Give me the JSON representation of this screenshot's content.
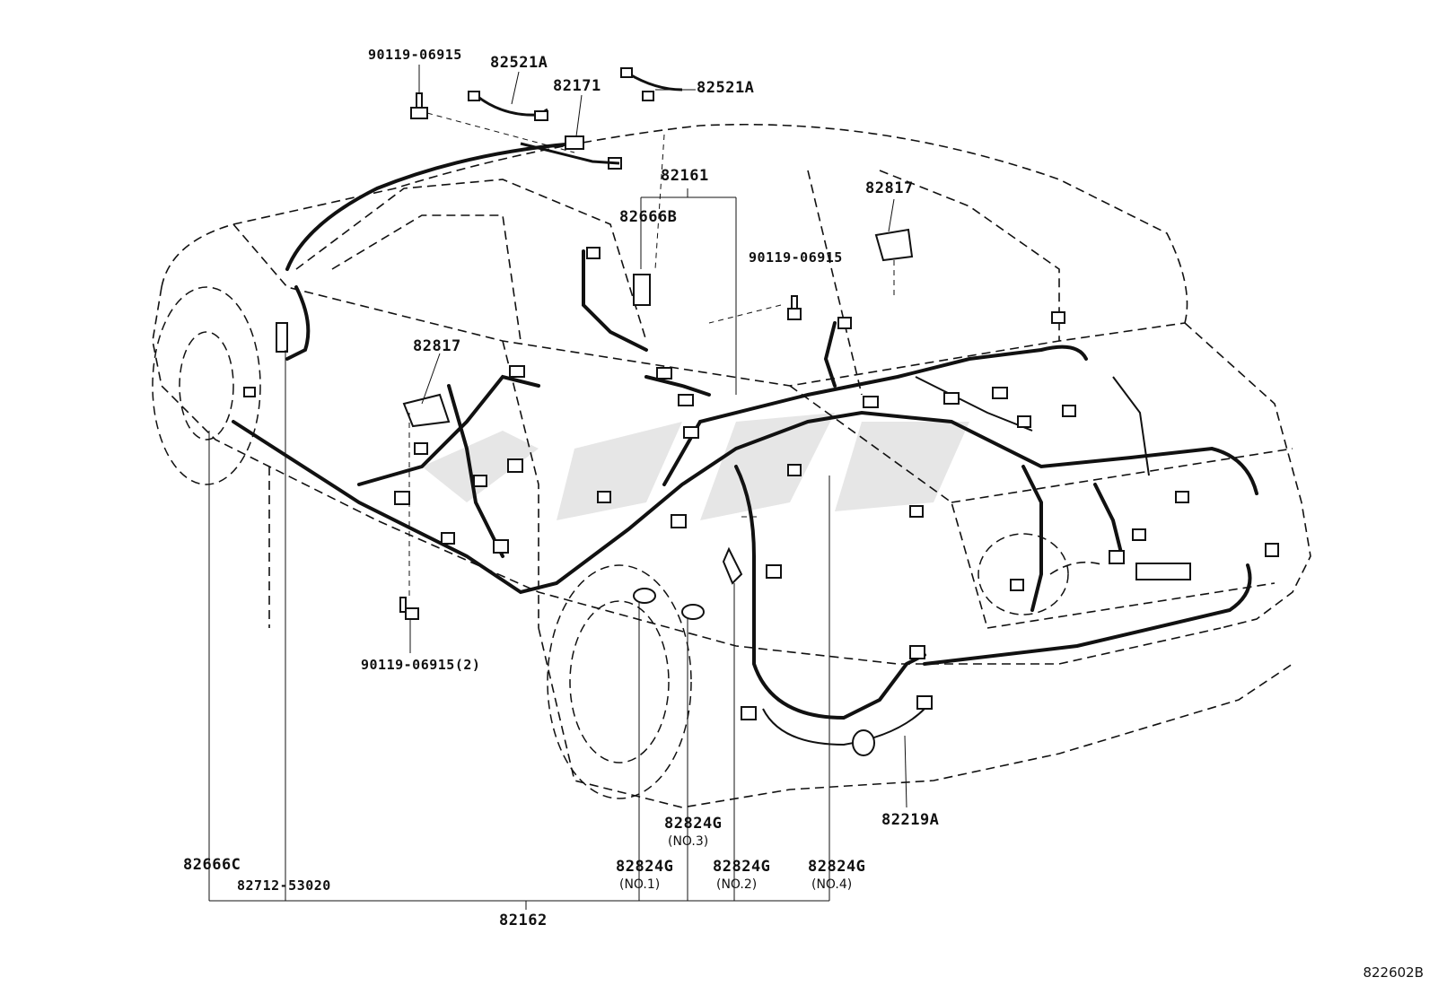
{
  "labels": {
    "bolt_top": "90119-06915",
    "wire_82521a_left": "82521A",
    "wire_82171": "82171",
    "wire_82521a_right": "82521A",
    "wire_82161": "82161",
    "clamp_82666b": "82666B",
    "bracket_82817_right": "82817",
    "bolt_mid": "90119-06915",
    "bracket_82817_left": "82817",
    "bolt_bottom": "90119-06915(2)",
    "protector_82666c": "82666C",
    "clamp_82712": "82712-53020",
    "grommet_no1": "82824G",
    "grommet_no1_sub": "(NO.1)",
    "grommet_no3": "82824G",
    "grommet_no3_sub": "(NO.3)",
    "grommet_no2": "82824G",
    "grommet_no2_sub": "(NO.2)",
    "grommet_no4": "82824G",
    "grommet_no4_sub": "(NO.4)",
    "wire_82219a": "82219A",
    "wire_82162": "82162"
  },
  "diagram_code": "822602B",
  "colors": {
    "line": "#111111",
    "watermark": "#d9d9d9"
  }
}
